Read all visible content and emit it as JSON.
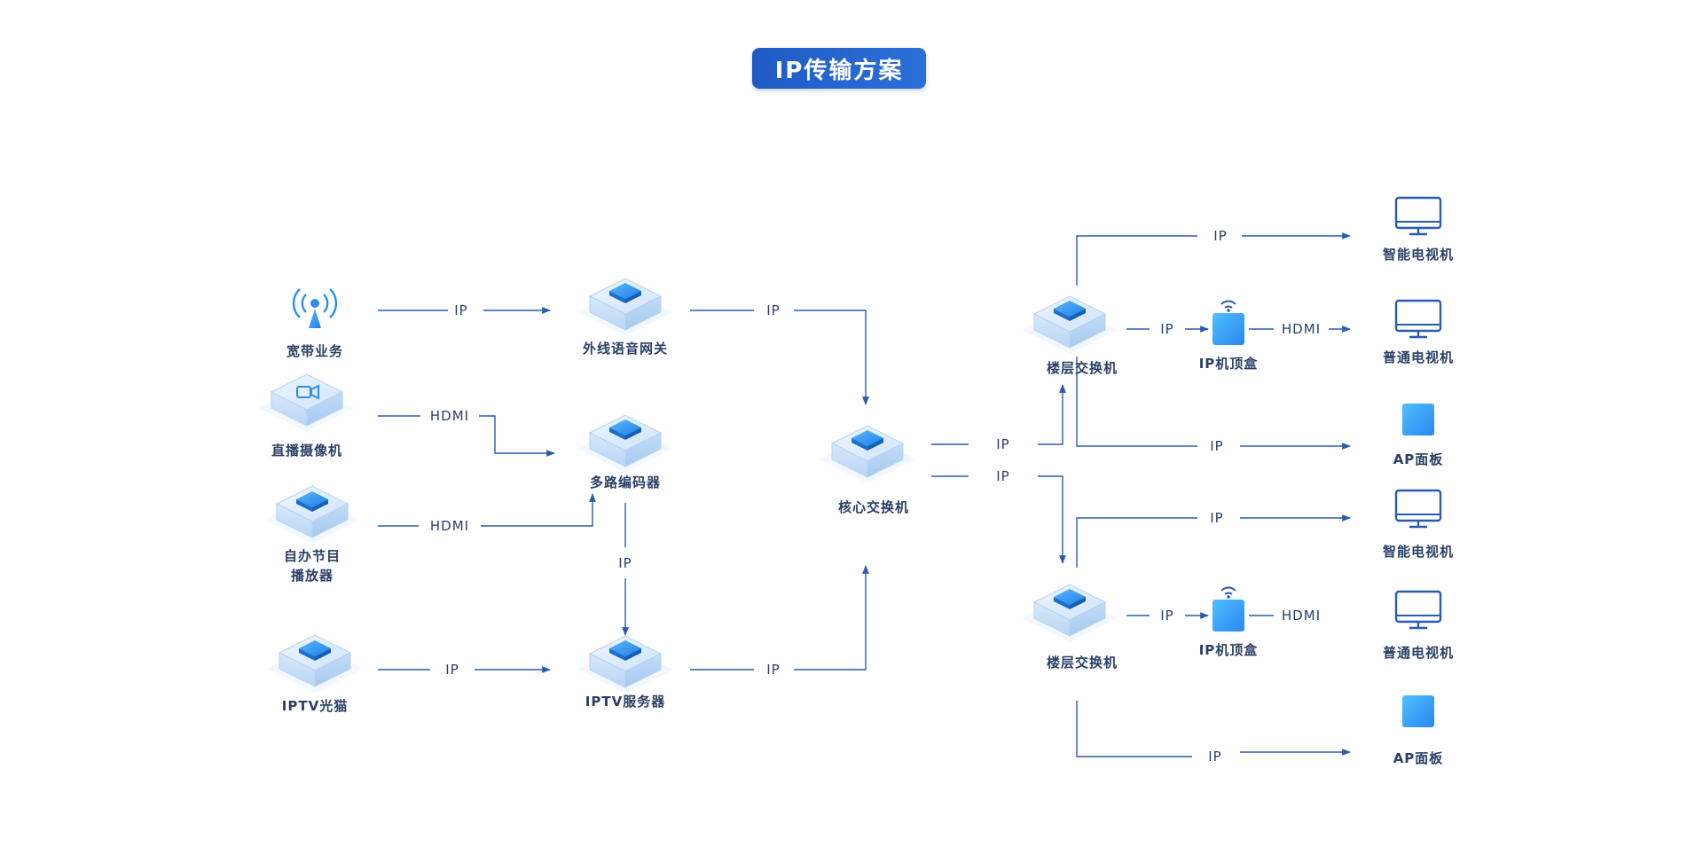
{
  "title": "IP传输方案",
  "colors": {
    "accent": "#2a5bb0",
    "title_bg": "#1f5bc4",
    "node_blue": "#2f9bf0",
    "text": "#2a3f66"
  },
  "nodes": {
    "broadband": {
      "label": "宽带业务",
      "icon": "antenna-icon"
    },
    "camera": {
      "label": "直播摄像机",
      "icon": "camera-box-icon"
    },
    "player": {
      "label_line1": "自办节目",
      "label_line2": "播放器",
      "icon": "device-box-icon"
    },
    "iptv_modem": {
      "label": "IPTV光猫",
      "icon": "device-box-icon"
    },
    "voice_gateway": {
      "label": "外线语音网关",
      "icon": "device-box-icon"
    },
    "encoder": {
      "label": "多路编码器",
      "icon": "device-box-icon"
    },
    "iptv_server": {
      "label": "IPTV服务器",
      "icon": "device-box-icon"
    },
    "core_switch": {
      "label": "核心交换机",
      "icon": "device-box-icon"
    },
    "floor_switch_1": {
      "label": "楼层交换机",
      "icon": "device-box-icon"
    },
    "floor_switch_2": {
      "label": "楼层交换机",
      "icon": "device-box-icon"
    },
    "stb_1": {
      "label": "IP机顶盒",
      "icon": "wifi-box-icon"
    },
    "stb_2": {
      "label": "IP机顶盒",
      "icon": "wifi-box-icon"
    },
    "smart_tv_1": {
      "label": "智能电视机",
      "icon": "monitor-icon"
    },
    "normal_tv_1": {
      "label": "普通电视机",
      "icon": "monitor-icon"
    },
    "ap_1": {
      "label": "AP面板",
      "icon": "panel-icon"
    },
    "smart_tv_2": {
      "label": "智能电视机",
      "icon": "monitor-icon"
    },
    "normal_tv_2": {
      "label": "普通电视机",
      "icon": "monitor-icon"
    },
    "ap_2": {
      "label": "AP面板",
      "icon": "panel-icon"
    }
  },
  "edges": {
    "broadband_to_gateway": "IP",
    "camera_to_encoder": "HDMI",
    "player_to_encoder": "HDMI",
    "modem_to_server": "IP",
    "gateway_to_core": "IP",
    "encoder_to_server": "IP",
    "server_to_core": "IP",
    "core_to_floor1": "IP",
    "core_to_floor2": "IP",
    "floor1_to_smarttv": "IP",
    "floor1_to_stb": "IP",
    "stb1_to_tv": "HDMI",
    "floor1_to_ap": "IP",
    "floor2_to_smarttv": "IP",
    "floor2_to_stb": "IP",
    "stb2_to_tv": "HDMI",
    "floor2_to_ap": "IP"
  }
}
